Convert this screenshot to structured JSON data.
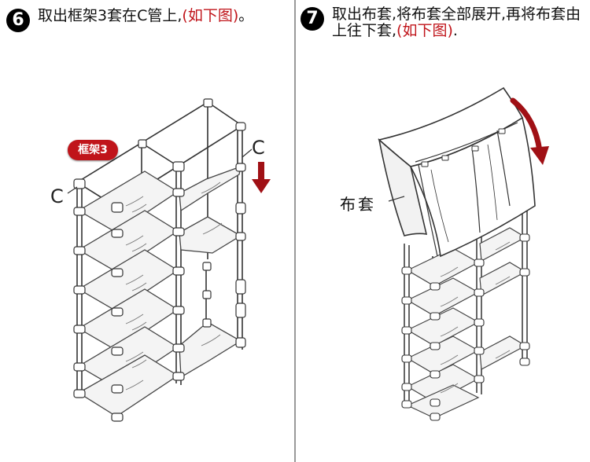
{
  "step6": {
    "number": "6",
    "text_black_1": "取出框架3套在C管上,",
    "text_red": "(如下图)",
    "text_black_2": "。",
    "callout": "框架3",
    "left_label": "C",
    "right_label": "C"
  },
  "step7": {
    "number": "7",
    "text_black_1": "取出布套,将布套全部展开,再将布套由上往下套,",
    "text_red": "(如下图)",
    "text_black_2": ".",
    "cover_label": "布套"
  },
  "colors": {
    "arrow_red": "#a01015",
    "accent_red": "#c0141a",
    "line": "#333333"
  }
}
